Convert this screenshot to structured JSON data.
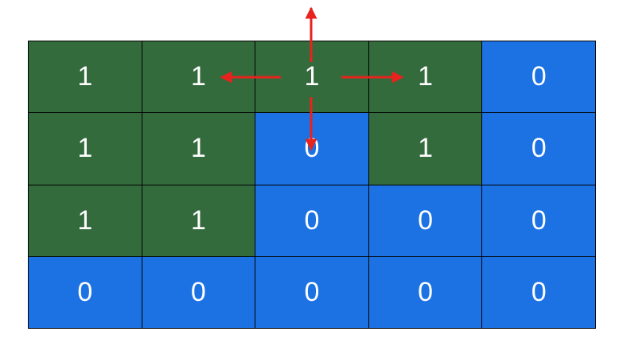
{
  "colors": {
    "land": "#336b3c",
    "water": "#1c72e3",
    "arrow": "#e8231d",
    "text": "#ffffff"
  },
  "grid": {
    "rows": [
      [
        "1",
        "1",
        "1",
        "1",
        "0"
      ],
      [
        "1",
        "1",
        "0",
        "1",
        "0"
      ],
      [
        "1",
        "1",
        "0",
        "0",
        "0"
      ],
      [
        "0",
        "0",
        "0",
        "0",
        "0"
      ]
    ]
  },
  "arrows": {
    "origin_cell": [
      0,
      2
    ],
    "directions": [
      "up",
      "left",
      "right",
      "down"
    ]
  }
}
